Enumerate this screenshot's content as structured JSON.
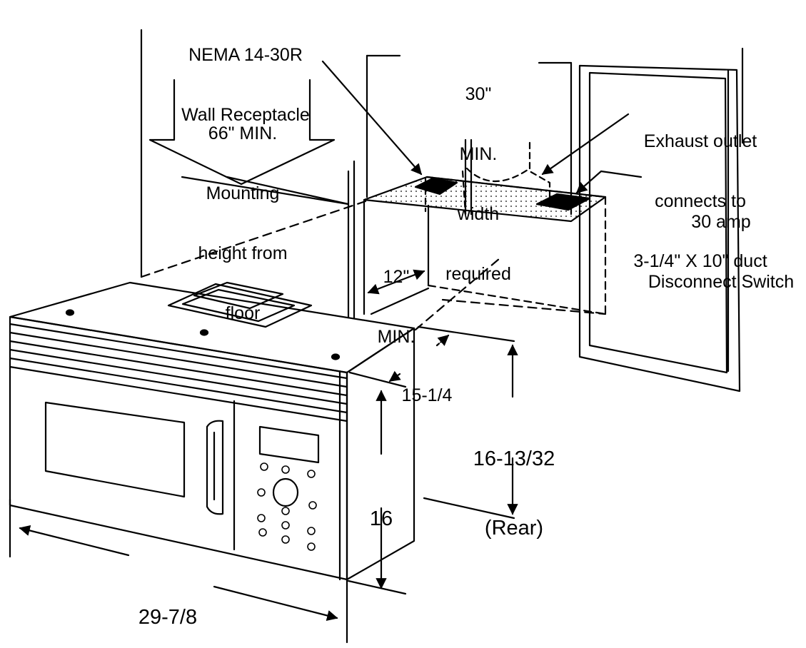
{
  "labels": {
    "receptacle": [
      "NEMA 14-30R",
      "Wall Receptacle"
    ],
    "mounting_height": [
      "66\" MIN.",
      "Mounting",
      "height from",
      "floor"
    ],
    "width_required": [
      "30\"",
      "MIN.",
      "width",
      "required"
    ],
    "exhaust": [
      "Exhaust outlet",
      "connects to",
      "3-1/4\" X 10\" duct"
    ],
    "disconnect": [
      "30 amp",
      "Disconnect Switch"
    ],
    "depth_min": [
      "12\"",
      "MIN."
    ],
    "depth_dim": "15-1/4",
    "rear_height": [
      "16-13/32",
      "(Rear)"
    ],
    "height_dim": "16",
    "width_dim": "29-7/8"
  },
  "colors": {
    "line": "#000000",
    "background": "#ffffff"
  },
  "icons": [
    "arrow-icon",
    "keypad-button-icon",
    "dial-icon"
  ]
}
